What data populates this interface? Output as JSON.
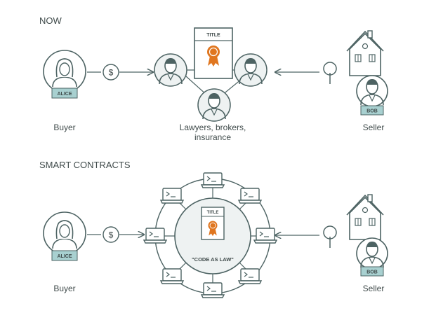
{
  "sections": {
    "now": {
      "heading": "NOW",
      "buyer": {
        "name_tag": "ALICE",
        "label": "Buyer"
      },
      "payment": "$",
      "middlemen_label_1": "Lawyers, brokers,",
      "middlemen_label_2": "insurance",
      "title_doc": "TITLE",
      "seller": {
        "name_tag": "BOB",
        "label": "Seller"
      }
    },
    "smart": {
      "heading": "SMART CONTRACTS",
      "buyer": {
        "name_tag": "ALICE",
        "label": "Buyer"
      },
      "payment": "$",
      "title_doc": "TITLE",
      "contract_label": "\"CODE AS LAW\"",
      "seller": {
        "name_tag": "BOB",
        "label": "Seller"
      }
    }
  },
  "colors": {
    "line": "#4d6363",
    "accent": "#e0761f",
    "tag_fill": "#a8d0d0",
    "tag_text": "#3f4a4a",
    "person_fill": "#eef2f2"
  }
}
